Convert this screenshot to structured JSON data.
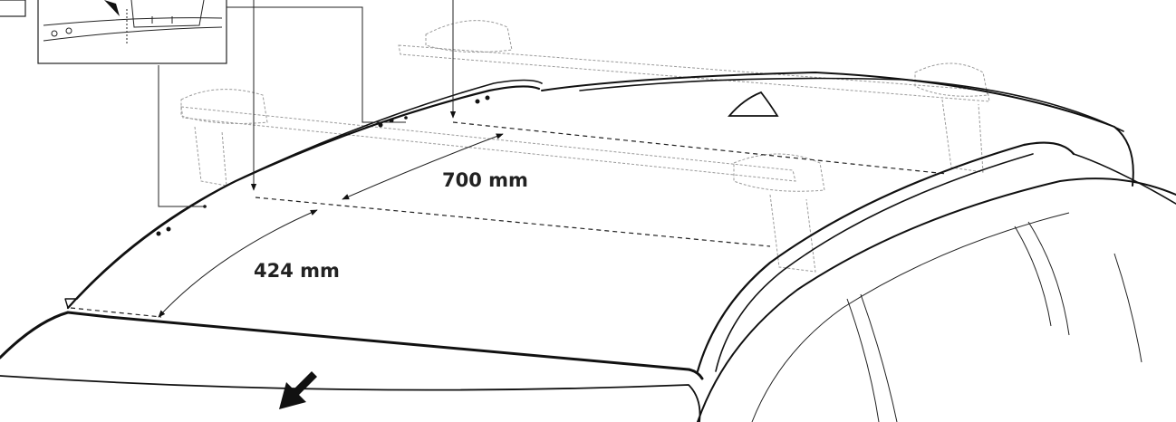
{
  "dimensions": {
    "front_offset": "424 mm",
    "bar_spacing": "700 mm"
  },
  "icons": {
    "direction": "arrow-down-left-icon",
    "inset": "roof-rail-detail-inset",
    "antenna": "shark-fin-antenna-icon"
  },
  "colors": {
    "line": "#111111",
    "ghost": "#9a9a9a",
    "arrow": "#111111",
    "background": "#ffffff"
  }
}
